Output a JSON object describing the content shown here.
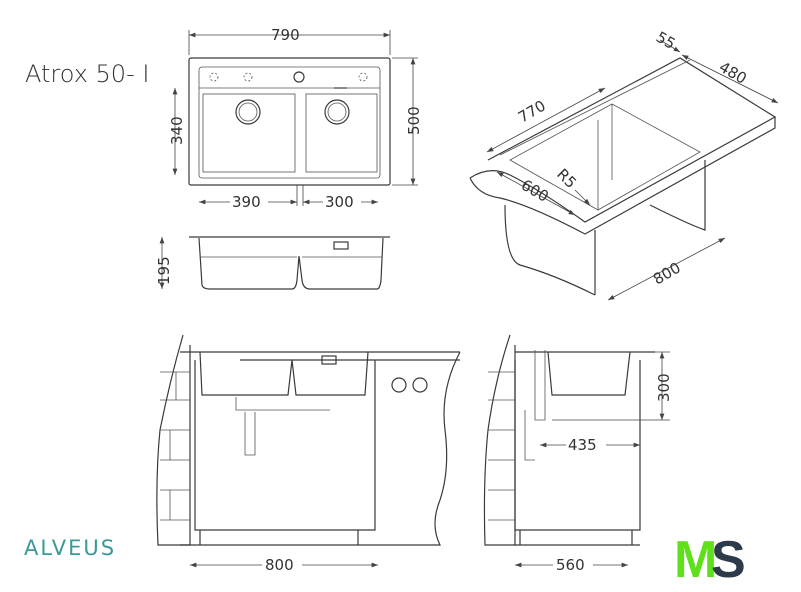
{
  "title": "Atrox 50- I",
  "top_view": {
    "width": "790",
    "depth": "500",
    "bowl_depth": "340",
    "bowl_left": "390",
    "bowl_right": "300"
  },
  "side_view": {
    "height": "195"
  },
  "iso_view": {
    "strip": "55",
    "depth": "480",
    "length": "770",
    "radius": "R5",
    "front": "600",
    "cabinet": "800"
  },
  "front_install": {
    "cabinet": "800"
  },
  "side_install": {
    "height": "300",
    "offset": "435",
    "cabinet": "560"
  },
  "brand": {
    "name": "ALVEUS",
    "color": "#3a9a9a"
  },
  "logo": {
    "m": "M",
    "s": "S",
    "m_color": "#5ee01a",
    "s_color": "#2d3a4a"
  }
}
